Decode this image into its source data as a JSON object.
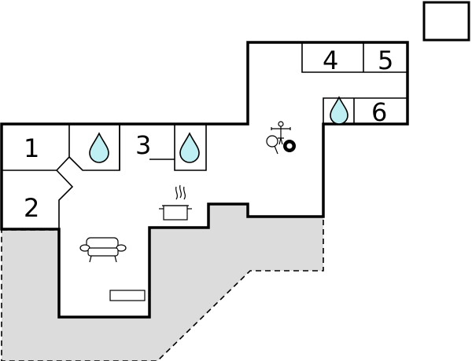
{
  "rooms": [
    {
      "id": "room-1",
      "label": "1"
    },
    {
      "id": "room-2",
      "label": "2"
    },
    {
      "id": "room-3",
      "label": "3"
    },
    {
      "id": "room-4",
      "label": "4"
    },
    {
      "id": "room-5",
      "label": "5"
    },
    {
      "id": "room-6",
      "label": "6"
    }
  ],
  "icons": {
    "bathroom": "water-drop-icon",
    "kitchen": "cooking-pot-icon",
    "living": "sofa-icon",
    "radiator": "radiator-icon",
    "games": "games-icon",
    "outbuilding": "outbuilding-icon"
  },
  "colors": {
    "terrace": "#dcdcdc",
    "water": "#bfeff2",
    "wall": "#000000"
  }
}
